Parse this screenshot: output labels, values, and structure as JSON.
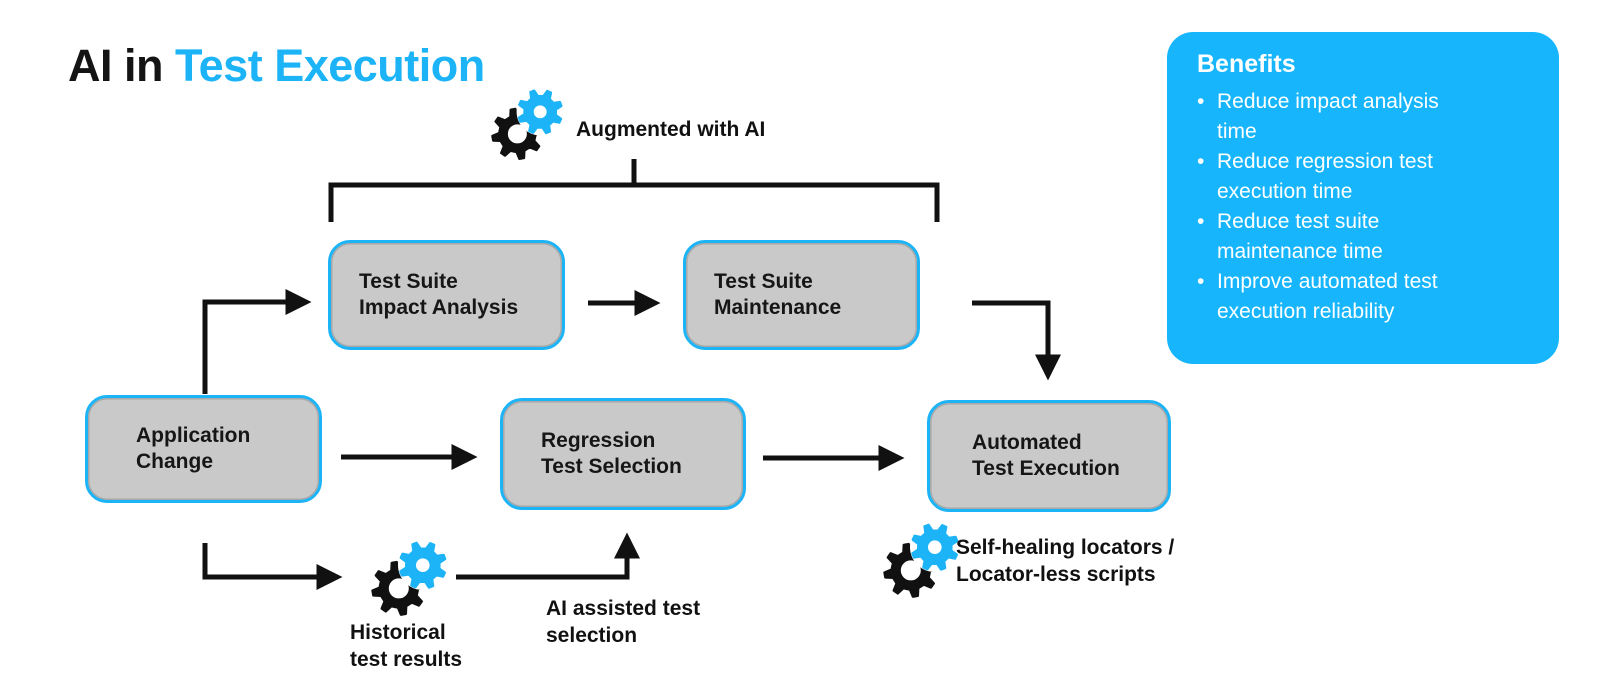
{
  "colors": {
    "accent_cyan": "#1cb4f6",
    "panel_cyan": "#17b6fc",
    "node_gray": "#c9c9c9",
    "line_black": "#111111"
  },
  "title": {
    "prefix": "AI in ",
    "highlight": "Test Execution"
  },
  "annotations": {
    "augmented_with_ai": "Augmented with AI",
    "historical": "Historical\ntest results",
    "ai_assisted": "AI assisted test\nselection",
    "self_healing": "Self-healing locators /\nLocator-less scripts"
  },
  "flow": {
    "nodes": {
      "application_change": {
        "label": "Application\nChange"
      },
      "test_suite_impact_analysis": {
        "label": "Test Suite\nImpact Analysis"
      },
      "test_suite_maintenance": {
        "label": "Test Suite\nMaintenance"
      },
      "regression_test_selection": {
        "label": "Regression\nTest Selection"
      },
      "automated_test_execution": {
        "label": "Automated\nTest Execution"
      }
    }
  },
  "benefits": {
    "heading": "Benefits",
    "bullet_char": "•",
    "items": [
      "Reduce impact analysis\ntime",
      "Reduce regression test\nexecution time",
      "Reduce test suite\nmaintenance time",
      "Improve automated test\nexecution reliability"
    ]
  },
  "icons": {
    "gear_pair": "black-and-cyan-gears"
  }
}
